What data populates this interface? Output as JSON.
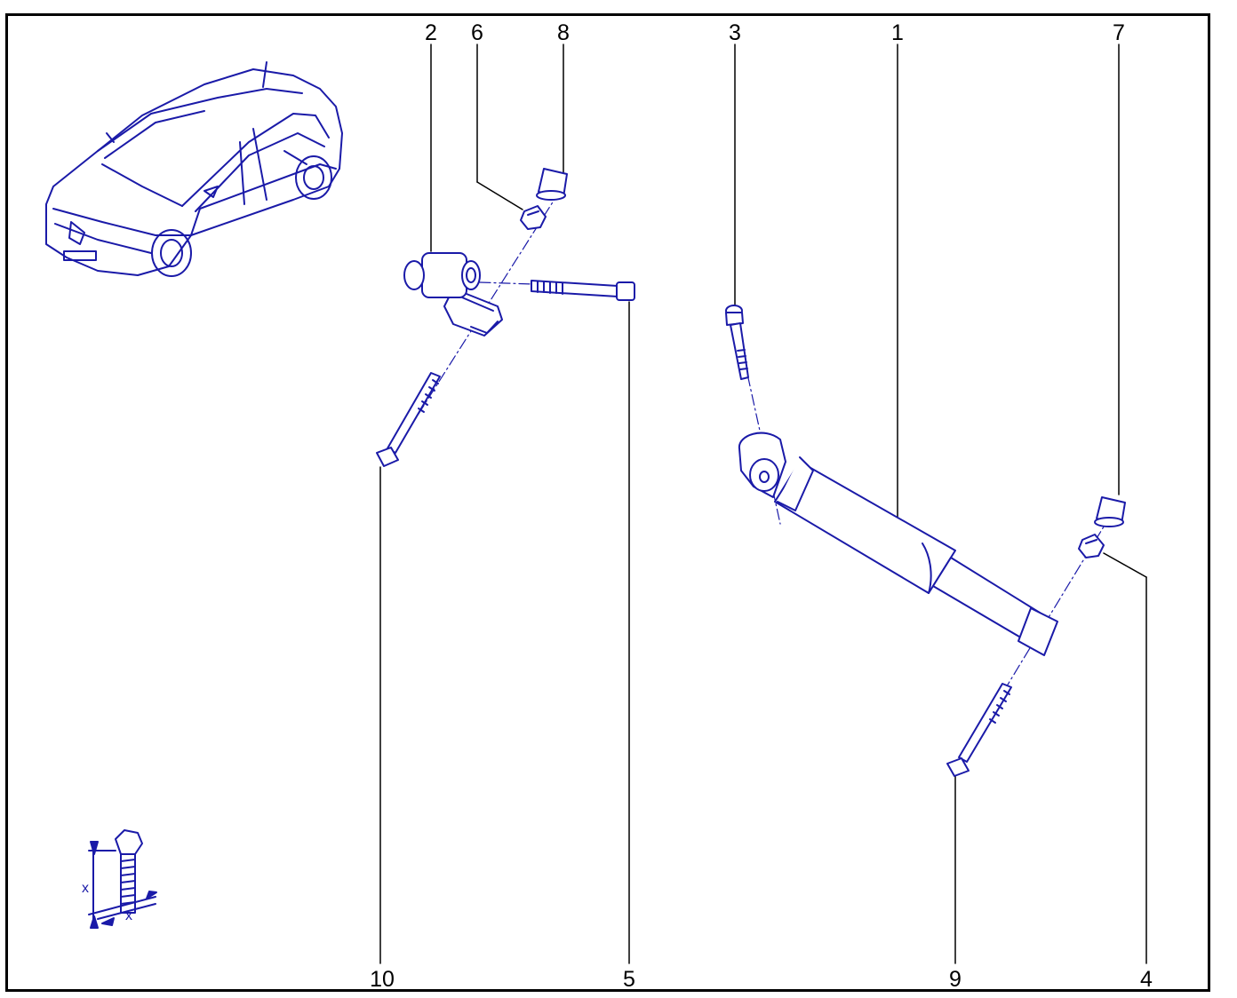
{
  "colors": {
    "line": "#1a1aa8",
    "fill": "#ffffff",
    "frame": "#000000",
    "text": "#000000"
  },
  "callouts": {
    "c1": "1",
    "c2": "2",
    "c3": "3",
    "c4": "4",
    "c5": "5",
    "c6": "6",
    "c7": "7",
    "c8": "8",
    "c9": "9",
    "c10": "10"
  },
  "dimension": {
    "height_label": "x",
    "width_label": "x"
  },
  "icons": {
    "vehicle": "car-hatchback-icon",
    "dimension": "bolt-dimension-icon"
  }
}
